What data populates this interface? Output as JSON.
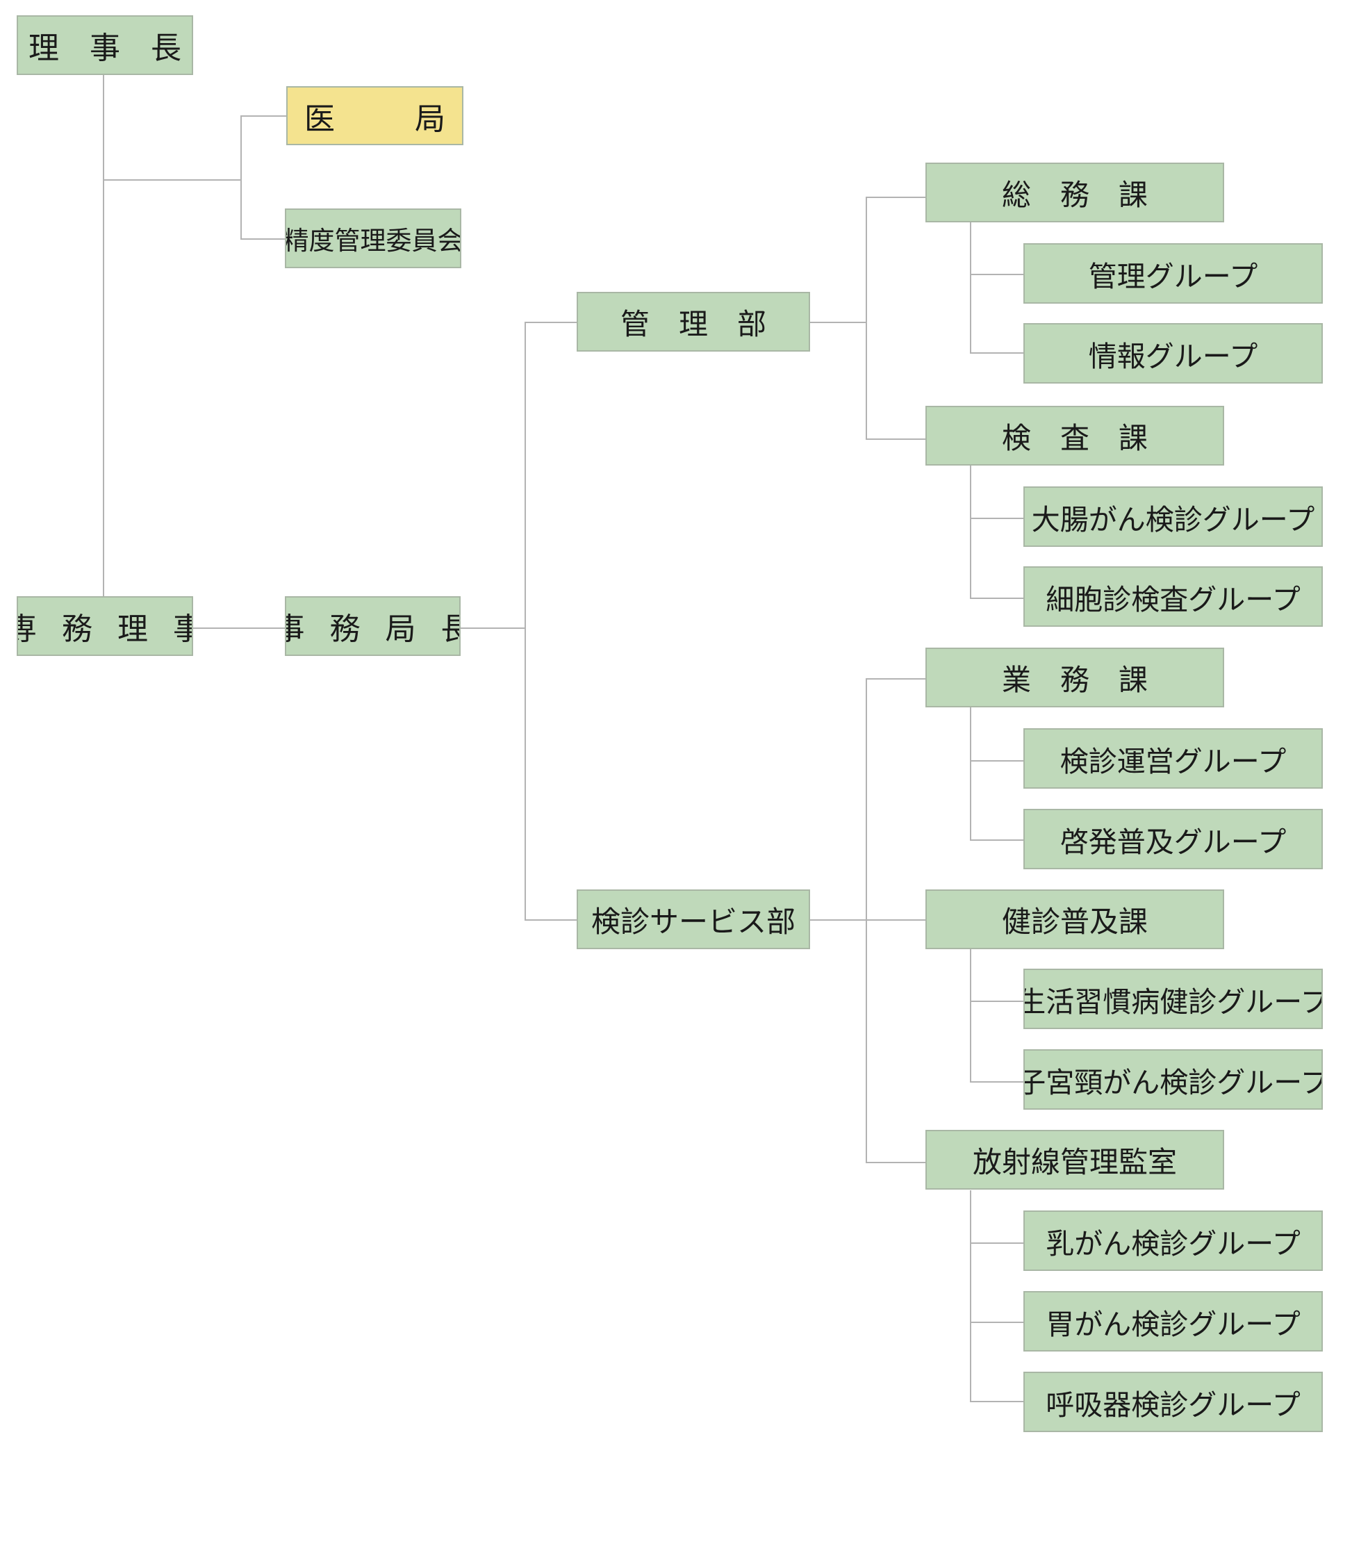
{
  "colors": {
    "box_fill": "#bfd9ba",
    "highlight_fill": "#f4e38f",
    "line": "#b3b3b3",
    "border": "#a9b7a5"
  },
  "nodes": {
    "rijicho": "理　事　長",
    "ikyoku_left": "医",
    "ikyoku_right": "局",
    "seido": "精度管理委員会",
    "senmu": "専 務 理 事",
    "jimukyokucho": "事 務 局 長",
    "kanribu": "管　理　部",
    "kenshin_service": "検診サービス部",
    "somuka": "総　務　課",
    "kanri_group": "管理グループ",
    "joho_group": "情報グループ",
    "kensaka": "検　査　課",
    "daicho_group": "大腸がん検診グループ",
    "saibo_group": "細胞診検査グループ",
    "gyomuka": "業　務　課",
    "unei_group": "検診運営グループ",
    "keihatsu_group": "啓発普及グループ",
    "kenshin_fukyu": "健診普及課",
    "seikatsu_group": "生活習慣病健診グループ",
    "shikyu_group": "子宮頸がん検診グループ",
    "hoshasen": "放射線管理監室",
    "nyu_group": "乳がん検診グループ",
    "i_group": "胃がん検診グループ",
    "kokyuki_group": "呼吸器検診グループ"
  }
}
